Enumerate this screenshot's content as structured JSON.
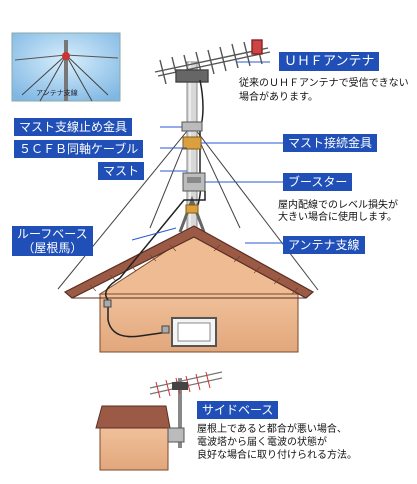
{
  "labels": {
    "uhf_antenna": "ＵＨＦアンテナ",
    "mast_stay_clamp": "マスト支線止め金具",
    "coax_5cfb": "５ＣＦＢ同軸ケーブル",
    "mast": "マスト",
    "mast_joint": "マスト接続金具",
    "booster": "ブースター",
    "roof_base_1": "ルーフベース",
    "roof_base_2": "（屋根馬）",
    "antenna_stay": "アンテナ支線",
    "side_base": "サイドベース"
  },
  "notes": {
    "uhf_note_1": "従来のＵＨＦアンテナで受信できない",
    "uhf_note_2": "場合があります。",
    "booster_note_1": "屋内配線でのレベル損失が",
    "booster_note_2": "大きい場合に使用します。",
    "side_note_1": "屋根上であると都合が悪い場合、",
    "side_note_2": "電波塔から届く電波の状態が",
    "side_note_3": "良好な場合に取り付けられる方法。"
  },
  "inset": {
    "caption": "アンテナ支線"
  },
  "colors": {
    "label_bg": "#1f4fb7",
    "house_wall": "#e8b48a",
    "roof": "#9b5a45"
  }
}
